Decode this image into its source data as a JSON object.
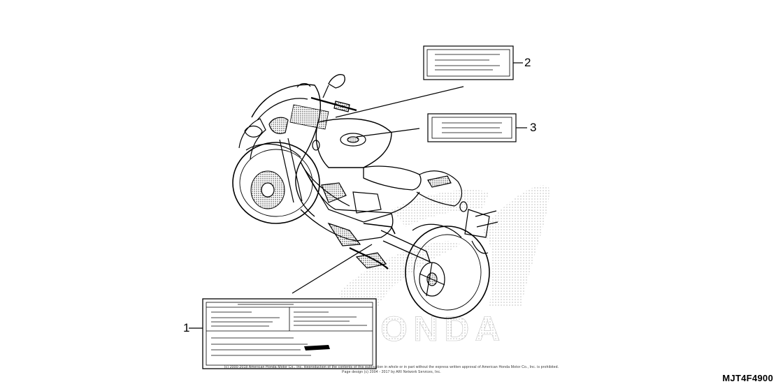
{
  "callouts": [
    {
      "number": "1",
      "part": "label"
    },
    {
      "number": "2",
      "part": "label"
    },
    {
      "number": "3",
      "part": "label"
    }
  ],
  "watermark": {
    "brand_text": "HONDA"
  },
  "footer": {
    "copyright": "(c) 2000-2018 American Honda Motor Co., Inc. Reproduction of the contents of this publication in whole or in part without the express written approval of American Honda Motor Co., Inc. is prohibited.",
    "page_design": "Page design (c) 2004 - 2017 by ARI Network Services, Inc."
  },
  "reference_code": "MJT4F4900"
}
